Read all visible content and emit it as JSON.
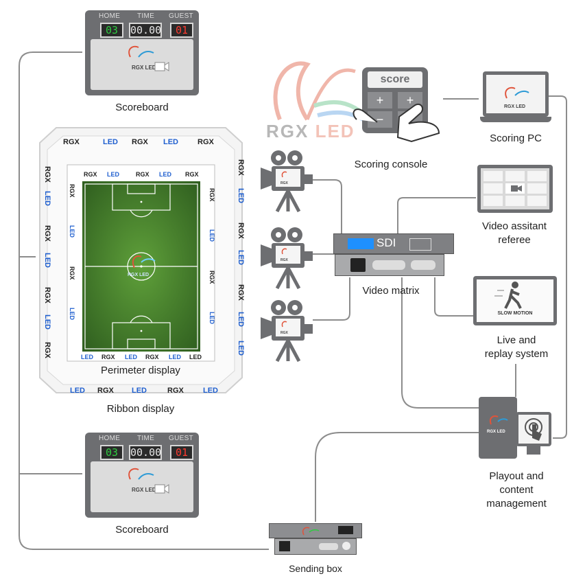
{
  "colors": {
    "wire": "#8c8c8c",
    "device": "#6d6e71",
    "pitch": "#3f7a2a",
    "score_home": "#2ecc40",
    "score_guest": "#ff3b30",
    "sdi_blue": "#1e90ff",
    "logo_red": "#e0533a"
  },
  "scoreboard_top": {
    "home_label": "HOME",
    "time_label": "TIME",
    "guest_label": "GUEST",
    "home_score": "03",
    "time": "00.00",
    "guest_score": "01",
    "caption": "Scoreboard"
  },
  "scoreboard_bottom": {
    "home_label": "HOME",
    "time_label": "TIME",
    "guest_label": "GUEST",
    "home_score": "03",
    "time": "00.00",
    "guest_score": "01",
    "caption": "Scoreboard"
  },
  "logo": {
    "brand": "RGX LED",
    "brand_rgx": "RGX",
    "brand_led": "LED"
  },
  "stadium": {
    "ribbon_text_rgx": "RGX",
    "ribbon_text_led": "LED",
    "perimeter_caption": "Perimeter display",
    "ribbon_caption": "Ribbon display"
  },
  "scoring_console": {
    "key_label": "score",
    "caption": "Scoring console"
  },
  "scoring_pc": {
    "caption": "Scoring PC"
  },
  "video_matrix": {
    "panel_label": "SDI",
    "caption": "Video matrix"
  },
  "video_assistant": {
    "caption_line1": "Video assitant",
    "caption_line2": "referee"
  },
  "replay_system": {
    "screen_text": "SLOW MOTION",
    "caption_line1": "Live and",
    "caption_line2": "replay system"
  },
  "playout": {
    "caption_line1": "Playout and",
    "caption_line2": "content",
    "caption_line3": "management"
  },
  "sending_box": {
    "caption": "Sending box"
  },
  "icons": [
    "camera-icon",
    "hand-touch-icon",
    "monitor-icon",
    "computer-icon",
    "video-camera-icon"
  ]
}
